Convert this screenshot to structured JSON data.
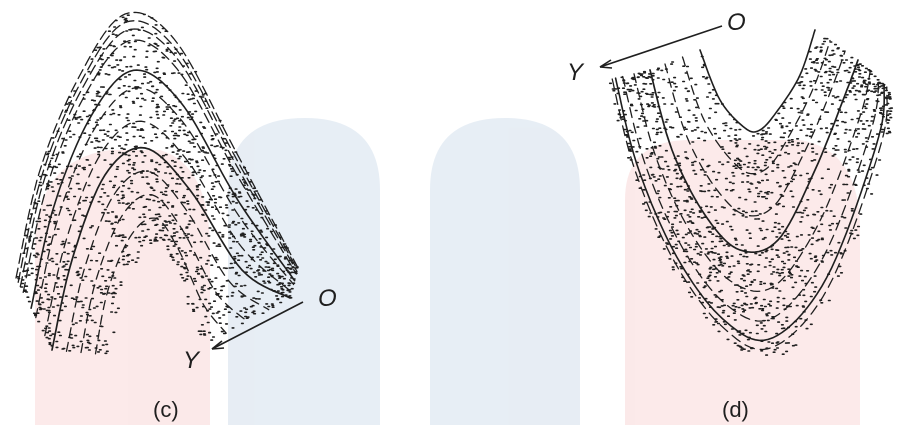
{
  "figures": [
    {
      "caption": "(c)",
      "axis": {
        "origin_label": "O",
        "direction_label": "Y"
      }
    },
    {
      "caption": "(d)",
      "axis": {
        "origin_label": "O",
        "direction_label": "Y"
      }
    }
  ],
  "colors": {
    "ink": "#1f1f1f",
    "watermark_blue": "#dfe8f1",
    "watermark_pink": "#f8dcdc"
  }
}
